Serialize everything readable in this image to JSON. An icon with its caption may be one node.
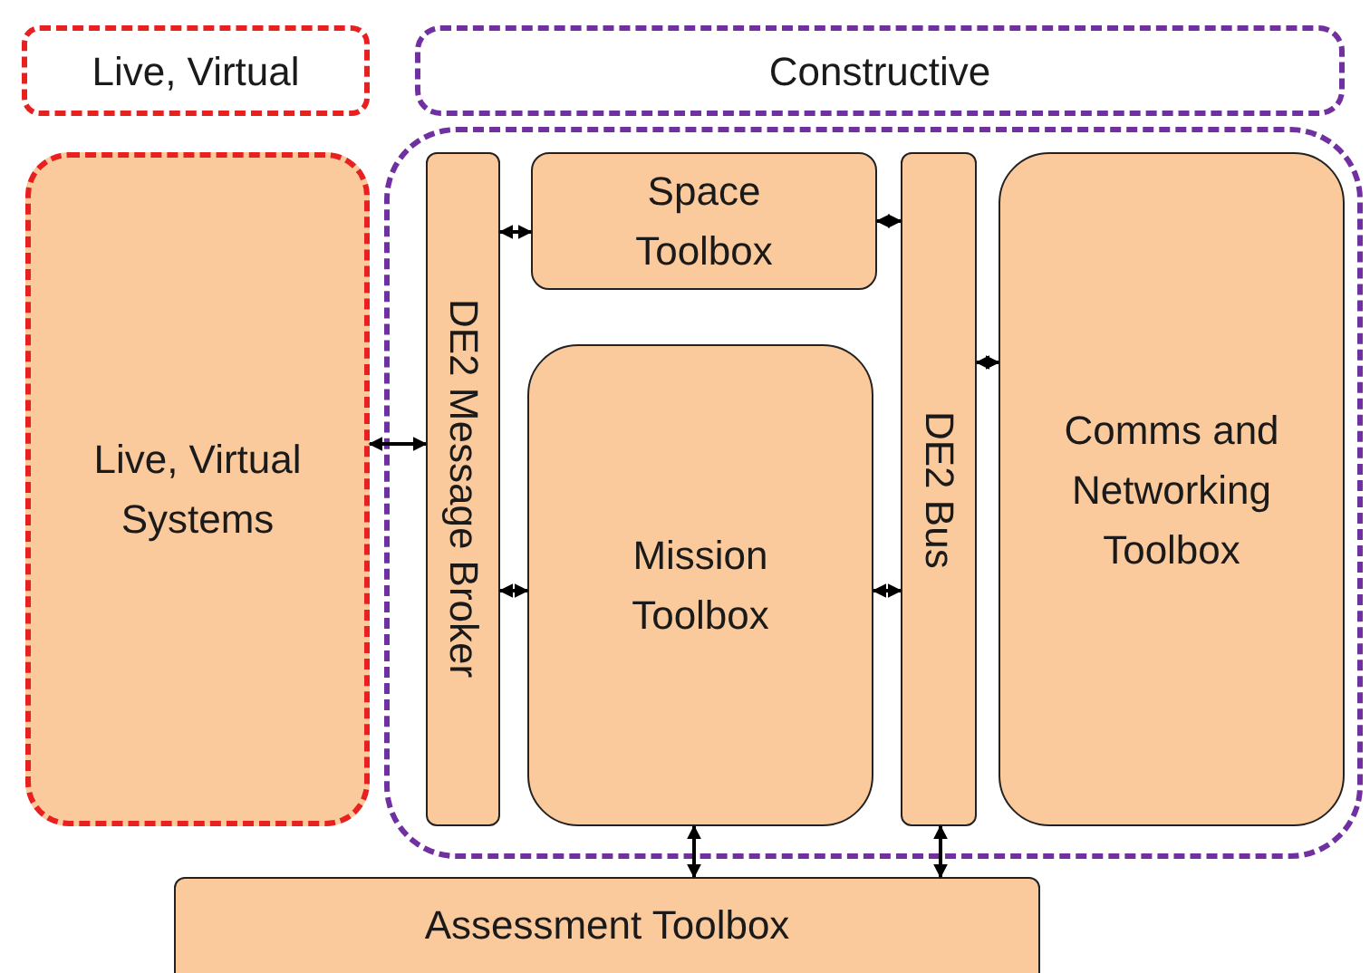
{
  "diagram": {
    "nodes": [
      {
        "text": [
          "Live, Virtual"
        ]
      },
      {
        "text": [
          "Constructive"
        ]
      },
      {
        "text": [
          "Live, Virtual Systems"
        ]
      },
      {
        "text": [],
        "shape": "box"
      },
      {
        "text": [
          "DE2 Message Broker"
        ],
        "in": 3
      },
      {
        "text": [
          "Space Toolbox"
        ],
        "in": 3
      },
      {
        "text": [
          "Mission Toolbox"
        ],
        "in": 3
      },
      {
        "text": [
          "DE2 Bus"
        ],
        "in": 3
      },
      {
        "text": [
          "Comms and Networking Toolbox"
        ],
        "in": 3
      },
      {
        "text": [
          "Assessment Toolbox"
        ]
      }
    ],
    "edges": [
      {
        "from": 2,
        "to": 4,
        "arrow": "both"
      },
      {
        "from": 4,
        "to": 5,
        "arrow": "both"
      },
      {
        "from": 4,
        "to": 6,
        "arrow": "both"
      },
      {
        "from": 5,
        "to": 7,
        "arrow": "both"
      },
      {
        "from": 6,
        "to": 7,
        "arrow": "both"
      },
      {
        "from": 7,
        "to": 8,
        "arrow": "both"
      },
      {
        "from": 6,
        "to": 9,
        "arrow": "both"
      },
      {
        "from": 7,
        "to": 9,
        "arrow": "both"
      }
    ]
  }
}
